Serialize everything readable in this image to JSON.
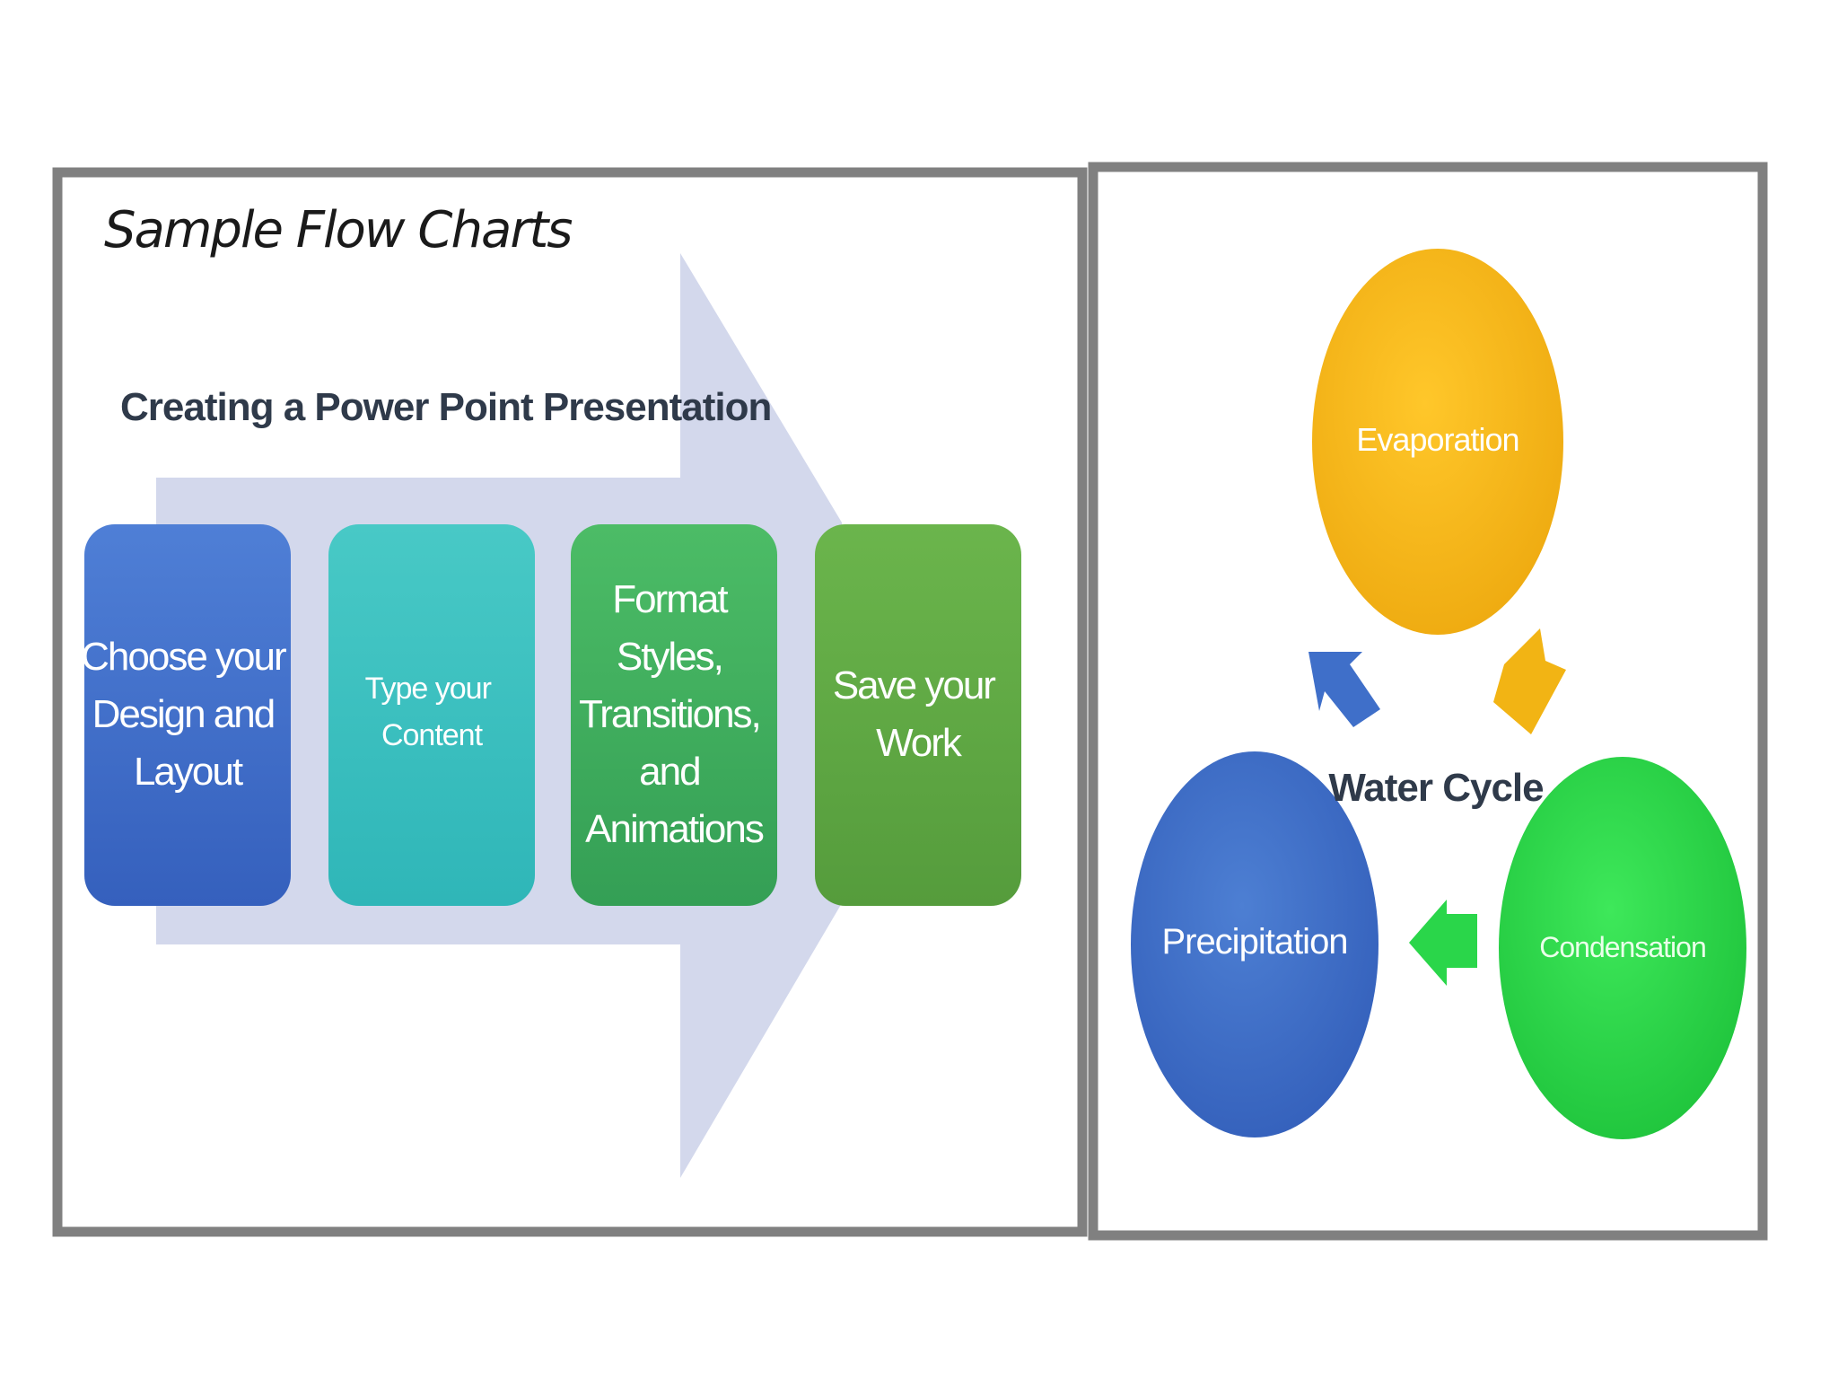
{
  "left_panel": {
    "title": "Sample Flow Charts",
    "subtitle": "Creating a Power Point Presentation",
    "steps": [
      {
        "lines": [
          "Choose your",
          "Design and",
          "Layout"
        ],
        "color": "#3f6fc9"
      },
      {
        "lines": [
          "Type your",
          "Content"
        ],
        "color": "#3bbfc0"
      },
      {
        "lines": [
          "Format",
          "Styles,",
          "Transitions,",
          "and",
          "Animations"
        ],
        "color": "#3eae5e"
      },
      {
        "lines": [
          "Save your",
          "Work"
        ],
        "color": "#5fa843"
      }
    ],
    "arrow_color": "#d3d8ec"
  },
  "right_panel": {
    "center_label": "Water Cycle",
    "nodes": [
      {
        "label": "Evaporation",
        "color": "#f7b919"
      },
      {
        "label": "Condensation",
        "color": "#2ad64a"
      },
      {
        "label": "Precipitation",
        "color": "#3f6fc9"
      }
    ]
  }
}
